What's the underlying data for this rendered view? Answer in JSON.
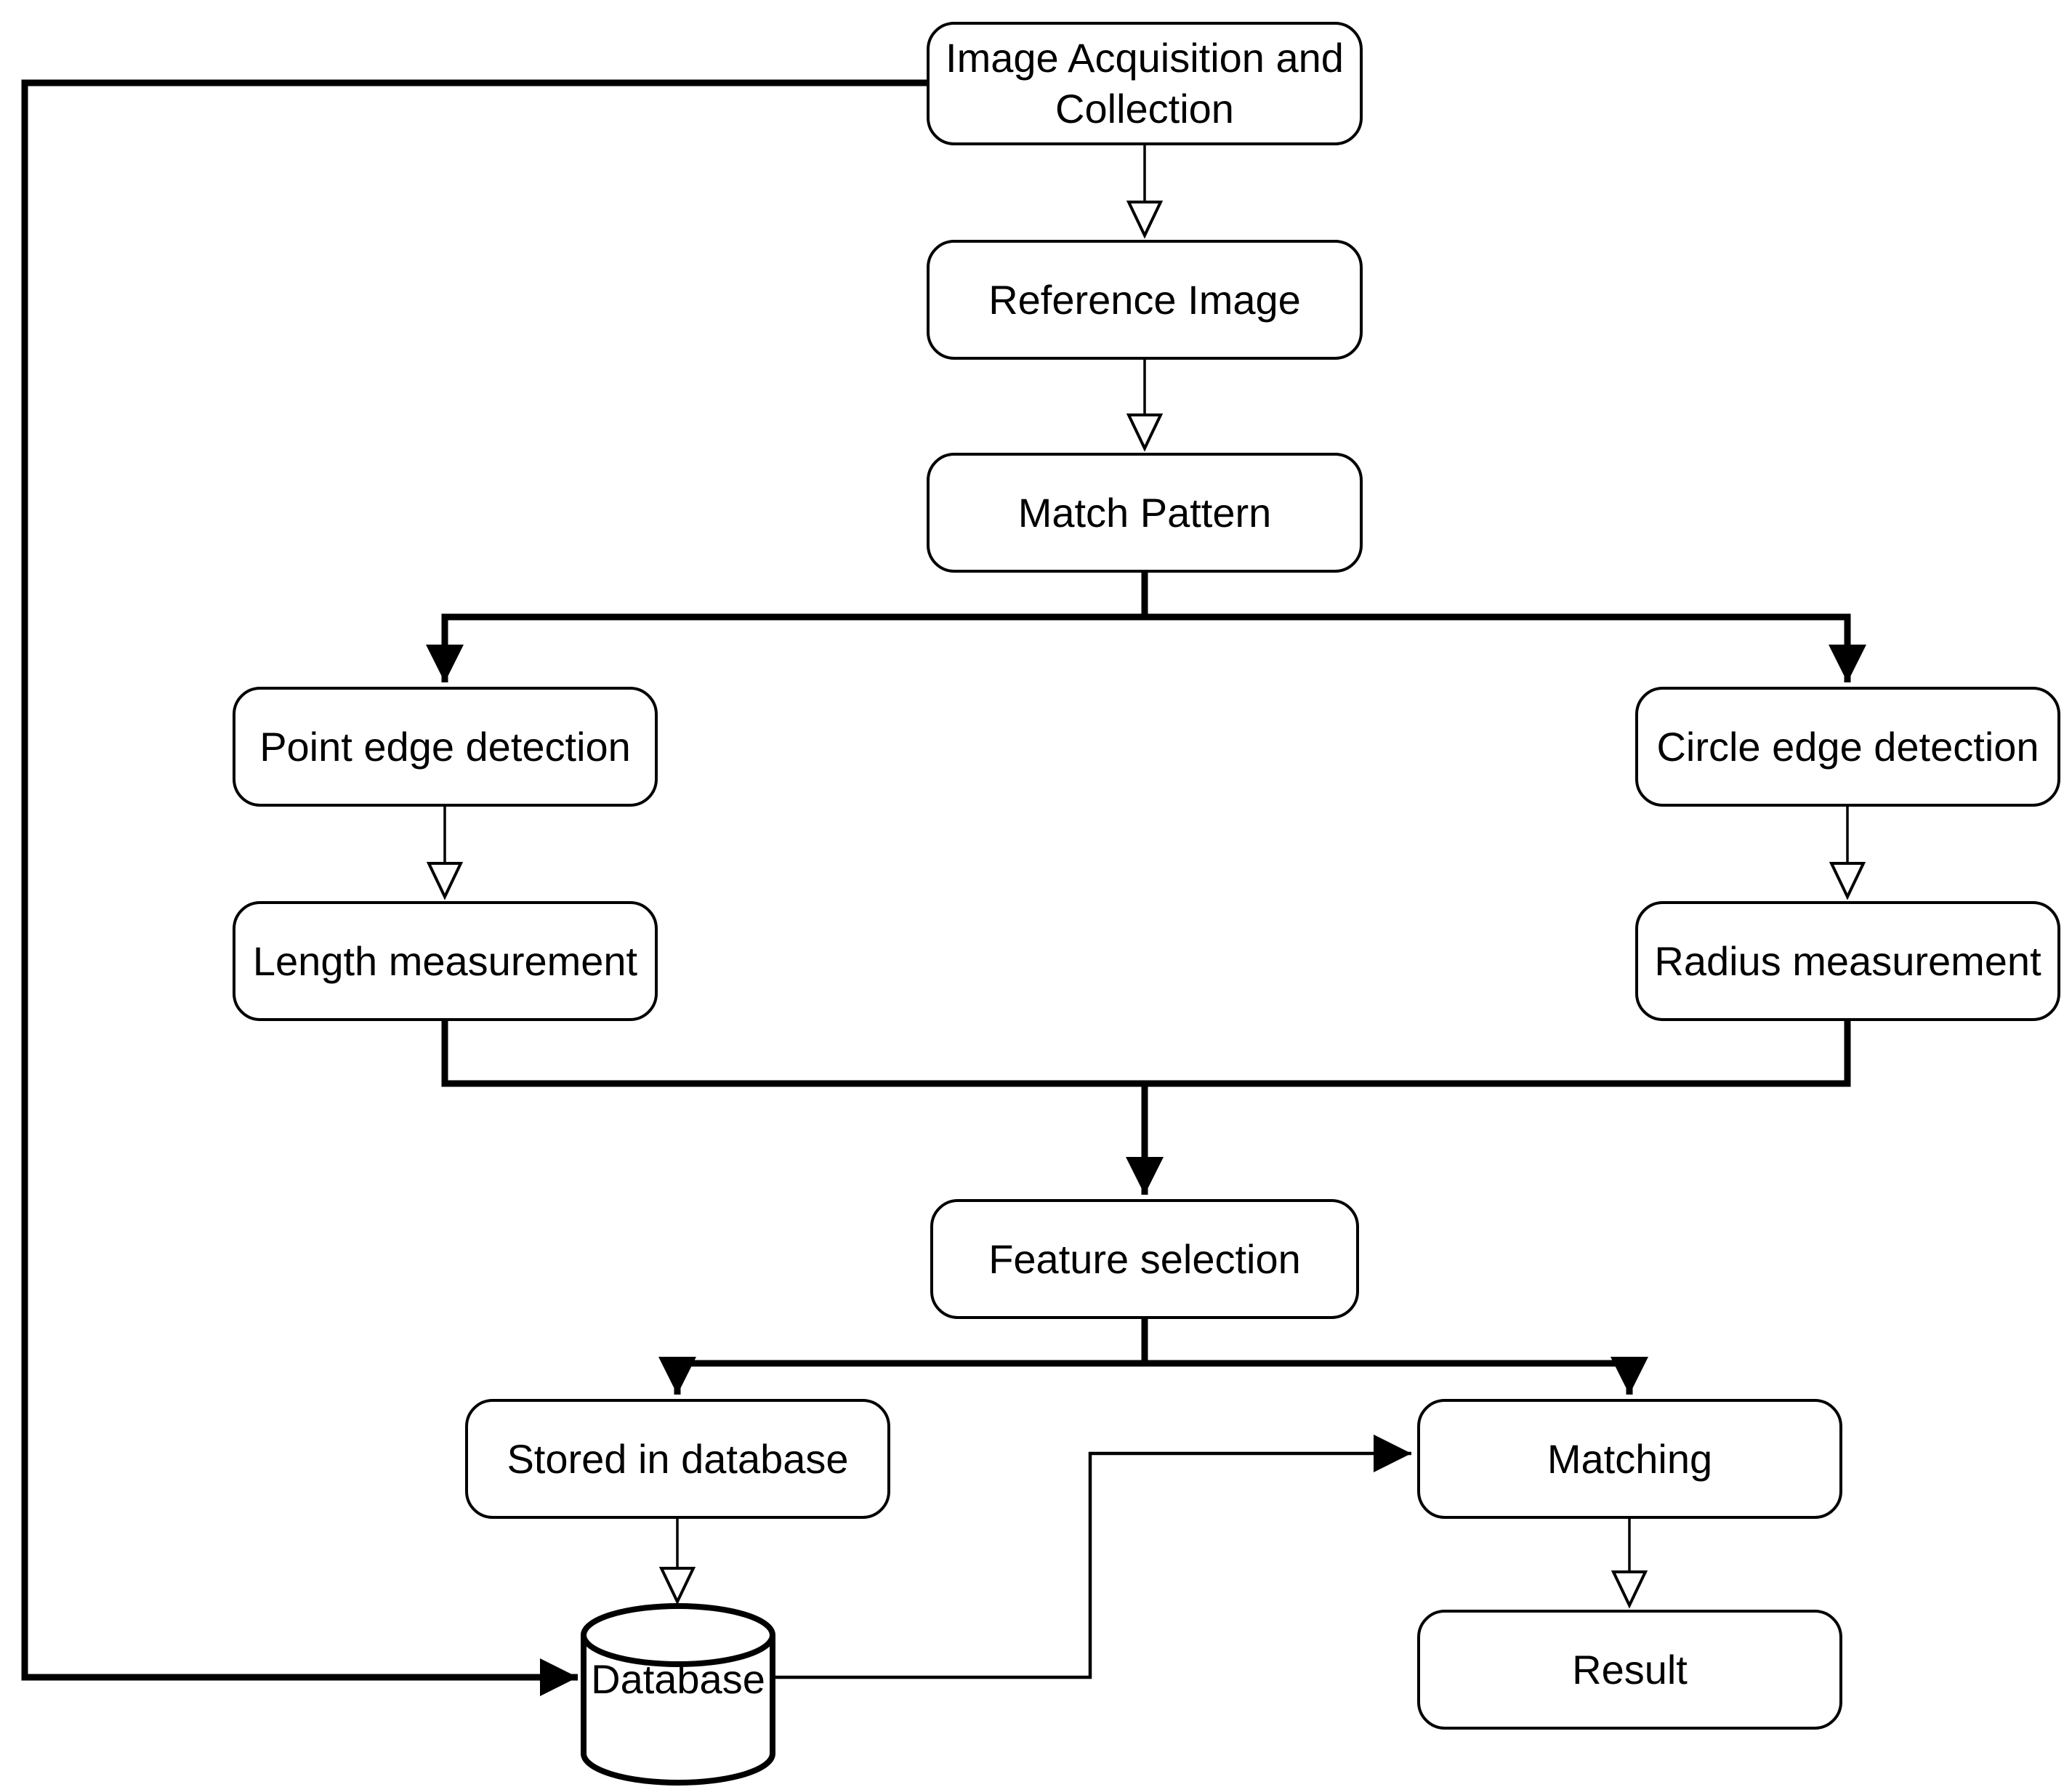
{
  "diagram": {
    "background_color": "#ffffff",
    "stroke_color": "#000000",
    "text_color": "#000000",
    "nodes": {
      "image_acquisition": {
        "label": "Image Acquisition and Collection",
        "shape": "rounded-rectangle"
      },
      "reference_image": {
        "label": "Reference Image",
        "shape": "rounded-rectangle"
      },
      "match_pattern": {
        "label": "Match Pattern",
        "shape": "rounded-rectangle"
      },
      "point_edge_detection": {
        "label": "Point edge detection",
        "shape": "rounded-rectangle"
      },
      "circle_edge_detection": {
        "label": "Circle edge detection",
        "shape": "rounded-rectangle"
      },
      "length_measurement": {
        "label": "Length measurement",
        "shape": "rounded-rectangle"
      },
      "radius_measurement": {
        "label": "Radius measurement",
        "shape": "rounded-rectangle"
      },
      "feature_selection": {
        "label": "Feature selection",
        "shape": "rounded-rectangle"
      },
      "stored_in_database": {
        "label": "Stored in database",
        "shape": "rounded-rectangle"
      },
      "matching": {
        "label": "Matching",
        "shape": "rounded-rectangle"
      },
      "result": {
        "label": "Result",
        "shape": "rounded-rectangle"
      },
      "database": {
        "label": "Database",
        "shape": "cylinder"
      }
    },
    "edges": [
      {
        "from": "image_acquisition",
        "to": "reference_image",
        "style": "thin-open-arrow"
      },
      {
        "from": "reference_image",
        "to": "match_pattern",
        "style": "thin-open-arrow"
      },
      {
        "from": "match_pattern",
        "to": "point_edge_detection",
        "style": "thick-solid-arrow"
      },
      {
        "from": "match_pattern",
        "to": "circle_edge_detection",
        "style": "thick-solid-arrow"
      },
      {
        "from": "point_edge_detection",
        "to": "length_measurement",
        "style": "thin-open-arrow"
      },
      {
        "from": "circle_edge_detection",
        "to": "radius_measurement",
        "style": "thin-open-arrow"
      },
      {
        "from": "length_measurement",
        "to": "feature_selection",
        "style": "thick-solid-arrow"
      },
      {
        "from": "radius_measurement",
        "to": "feature_selection",
        "style": "thick-solid-arrow"
      },
      {
        "from": "feature_selection",
        "to": "stored_in_database",
        "style": "thick-solid-arrow"
      },
      {
        "from": "feature_selection",
        "to": "matching",
        "style": "thick-solid-arrow"
      },
      {
        "from": "stored_in_database",
        "to": "database",
        "style": "thin-open-arrow"
      },
      {
        "from": "image_acquisition",
        "to": "database",
        "style": "thick-solid-arrow-feedback-loop"
      },
      {
        "from": "database",
        "to": "matching",
        "style": "solid-arrow"
      },
      {
        "from": "matching",
        "to": "result",
        "style": "thin-open-arrow"
      }
    ]
  }
}
